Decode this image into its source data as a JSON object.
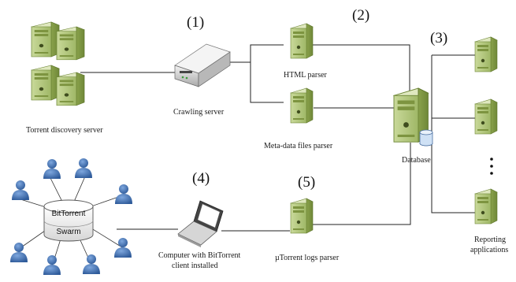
{
  "step_numbers": [
    "(1)",
    "(2)",
    "(3)",
    "(4)",
    "(5)"
  ],
  "nodes": {
    "torrent_discovery": "Torrent discovery server",
    "crawling_server": "Crawling server",
    "html_parser": "HTML parser",
    "metadata_parser": "Meta-data files parser",
    "database": "Database",
    "swarm_line1": "BitTorrent",
    "swarm_line2": "Swarm",
    "computer_line1": "Computer with BitTorrent",
    "computer_line2": "client installed",
    "logs_parser": "µTorrent logs parser",
    "reporting_line1": "Reporting",
    "reporting_line2": "applications"
  },
  "colors": {
    "server_green": "#b5c97a",
    "server_dark": "#7d9440",
    "user_blue": "#3f6fb0",
    "db_blue": "#cfe1f5",
    "line": "#222222"
  }
}
